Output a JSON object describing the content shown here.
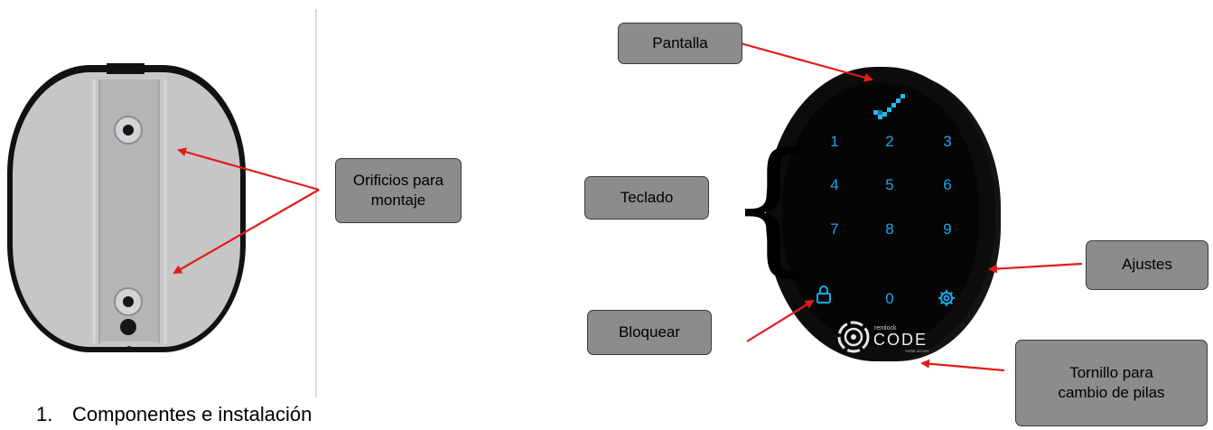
{
  "callouts": {
    "pantalla": "Pantalla",
    "orificios": "Orificios para\nmontaje",
    "teclado": "Teclado",
    "ajustes": "Ajustes",
    "bloquear": "Bloquear",
    "tornillo": "Tornillo para\ncambio de pilas"
  },
  "keypad": {
    "keys": [
      "1",
      "2",
      "3",
      "4",
      "5",
      "6",
      "7",
      "8",
      "9",
      "0"
    ],
    "key_color": "#1aa7e8"
  },
  "logo": {
    "small": "remlock",
    "brand": "CODE",
    "tagline": "rental access"
  },
  "heading": {
    "number": "1.",
    "text": "Componentes e instalación"
  },
  "colors": {
    "callout_fill": "#8c8c8c",
    "arrow": "#e21b1b"
  }
}
